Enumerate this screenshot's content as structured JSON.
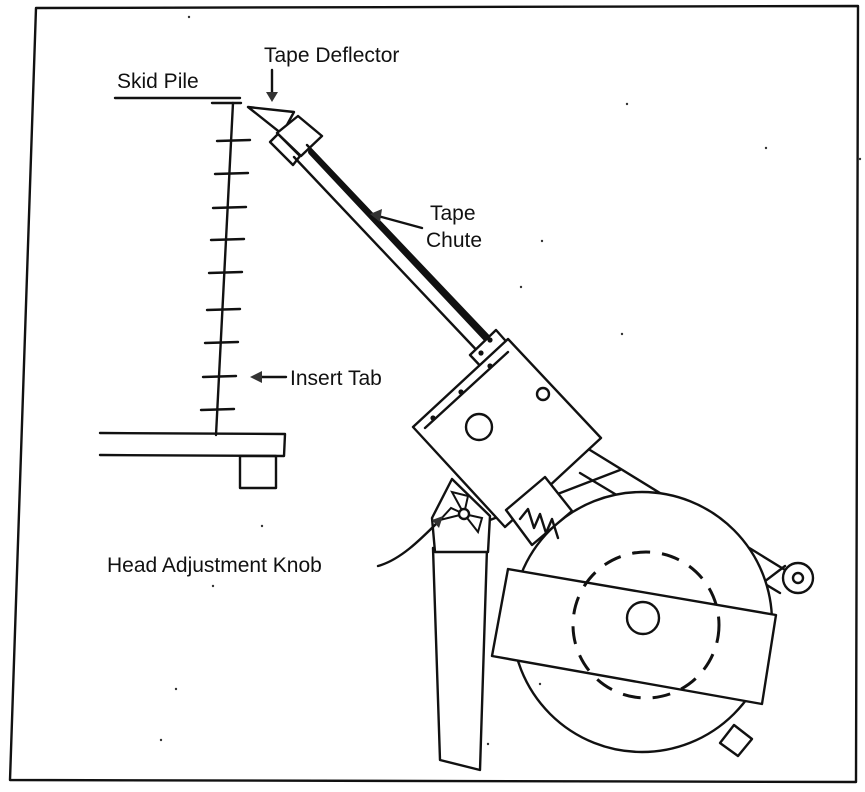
{
  "labels": {
    "tape_deflector": "Tape Deflector",
    "skid_pile": "Skid Pile",
    "tape_chute_line1": "Tape",
    "tape_chute_line2": "Chute",
    "insert_tab": "Insert Tab",
    "head_adjustment_knob": "Head Adjustment Knob"
  },
  "colors": {
    "ink": "#111111",
    "paper": "#ffffff"
  }
}
